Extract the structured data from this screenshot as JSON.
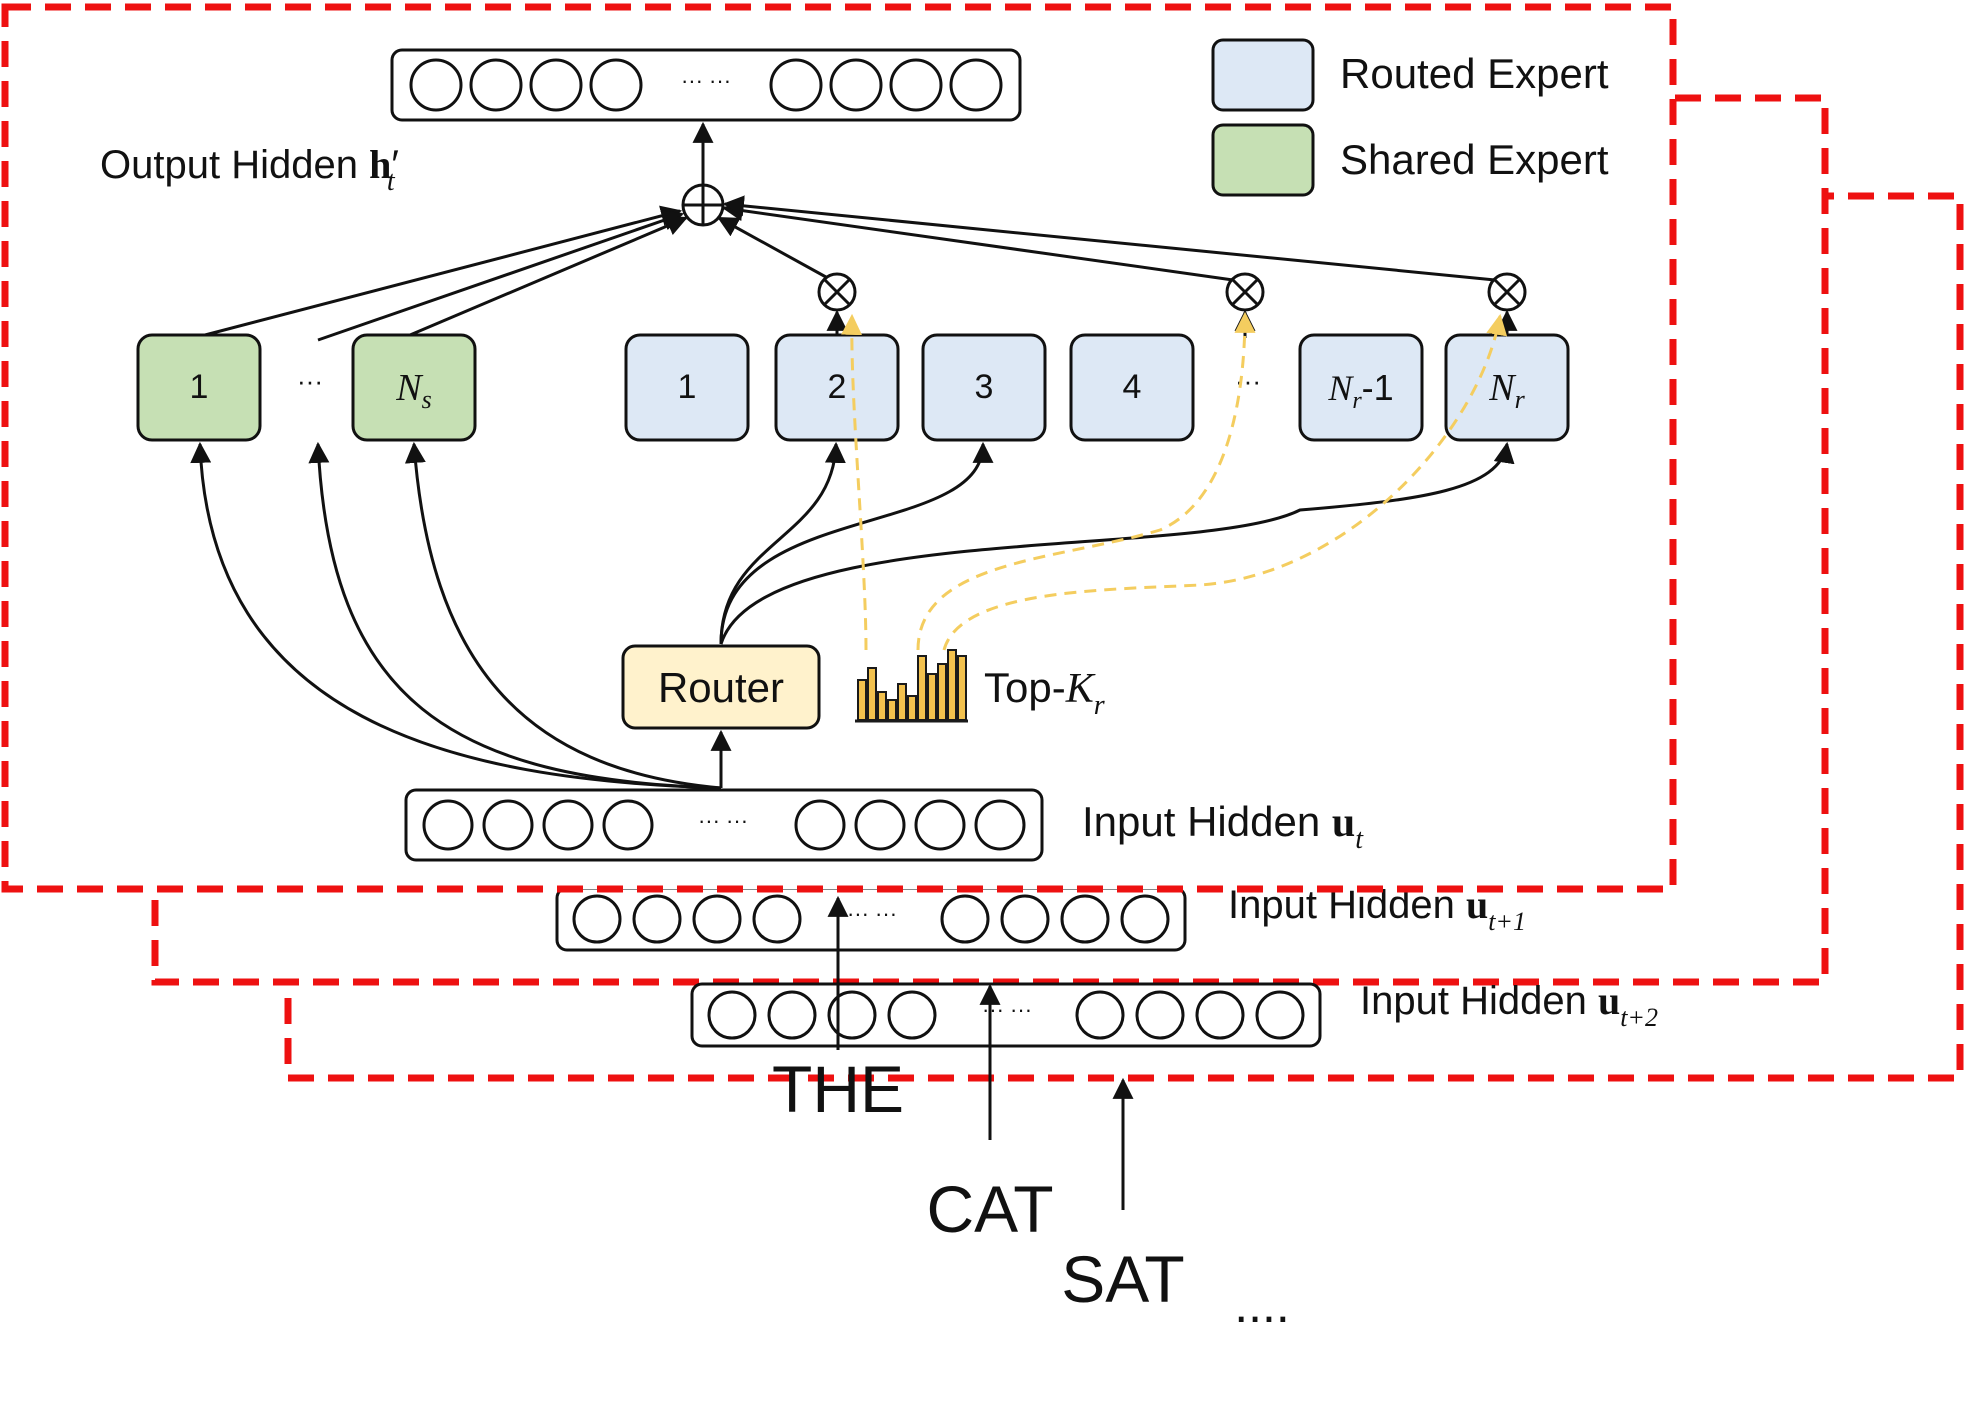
{
  "legend": {
    "routed_label": "Routed Expert",
    "shared_label": "Shared Expert",
    "routed_color": "#dde8f5",
    "shared_color": "#c6e0b4"
  },
  "colors": {
    "frame": "#ee1111",
    "router_fill": "#fff2cc",
    "topk_bar": "#f2c14e",
    "selection_path": "#f4cd5f"
  },
  "output": {
    "label": "Output Hidden ",
    "symbol": "h",
    "prime": "′",
    "subscript": "t",
    "dots": "··· ···"
  },
  "shared_experts": {
    "first": "1",
    "ellipsis": "···",
    "last_base": "N",
    "last_sub": "s"
  },
  "routed_experts": {
    "e1": "1",
    "e2": "2",
    "e3": "3",
    "e4": "4",
    "ellipsis": "···",
    "second_last_base": "N",
    "second_last_sub": "r",
    "second_last_suffix": "-1",
    "last_base": "N",
    "last_sub": "r"
  },
  "router": {
    "label": "Router"
  },
  "topk": {
    "prefix": "Top-",
    "base": "K",
    "sub": "r"
  },
  "inputs": [
    {
      "label": "Input Hidden ",
      "symbol": "u",
      "subscript": "t",
      "dots": "··· ···"
    },
    {
      "label": "Input Hidden ",
      "symbol": "u",
      "subscript": "t+1",
      "dots": "··· ···"
    },
    {
      "label": "Input Hidden ",
      "symbol": "u",
      "subscript": "t+2",
      "dots": "··· ···"
    }
  ],
  "tokens": [
    "THE",
    "CAT",
    "SAT",
    "...."
  ]
}
